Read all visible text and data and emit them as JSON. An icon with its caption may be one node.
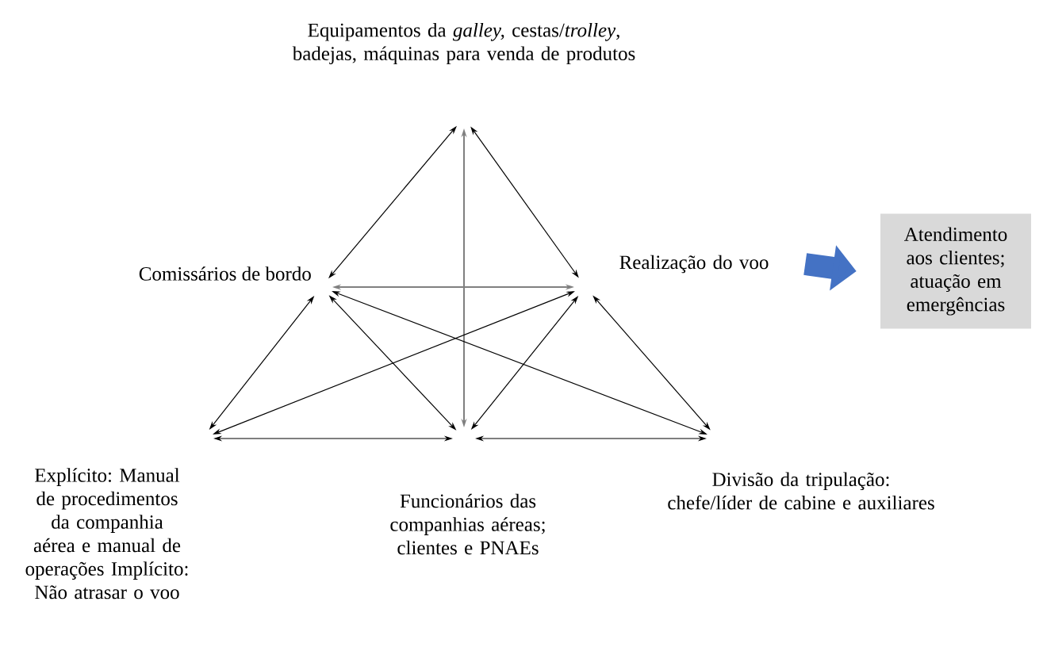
{
  "diagram": {
    "nodes": [
      {
        "text": [
          "Equipamentos da *galley,* cestas/*trolley*, badejas, máquinas para venda de produtos"
        ]
      },
      {
        "text": [
          "Comissários de bordo"
        ]
      },
      {
        "text": [
          "Realização do voo"
        ]
      },
      {
        "text": [
          "Explícito: Manual de procedimentos da companhia aérea e manual de operações Implícito: Não atrasar o voo"
        ]
      },
      {
        "text": [
          "Funcionários das companhias aéreas; clientes e PNAEs"
        ]
      },
      {
        "text": [
          "Divisão da tripulação: chefe/líder de cabine e auxiliares"
        ]
      },
      {
        "text": [
          "Atendimento aos clientes; atuação em emergências"
        ]
      }
    ],
    "edges": [
      {
        "from": 0,
        "to": 1,
        "arrow": "both"
      },
      {
        "from": 0,
        "to": 2,
        "arrow": "both"
      },
      {
        "from": 0,
        "to": 4,
        "arrow": "both",
        "color": "#808080"
      },
      {
        "from": 1,
        "to": 2,
        "arrow": "both",
        "color": "#808080"
      },
      {
        "from": 1,
        "to": 3,
        "arrow": "both"
      },
      {
        "from": 2,
        "to": 5,
        "arrow": "both"
      },
      {
        "from": 3,
        "to": 4,
        "arrow": "both"
      },
      {
        "from": 4,
        "to": 5,
        "arrow": "both"
      },
      {
        "from": 1,
        "to": 4,
        "arrow": "both"
      },
      {
        "from": 2,
        "to": 4,
        "arrow": "both"
      },
      {
        "from": 3,
        "to": 2,
        "arrow": "both"
      },
      {
        "from": 1,
        "to": 5,
        "arrow": "both"
      },
      {
        "from": 2,
        "to": 6,
        "arrow": "to",
        "style": "thick",
        "color": "#4472c4"
      }
    ]
  }
}
